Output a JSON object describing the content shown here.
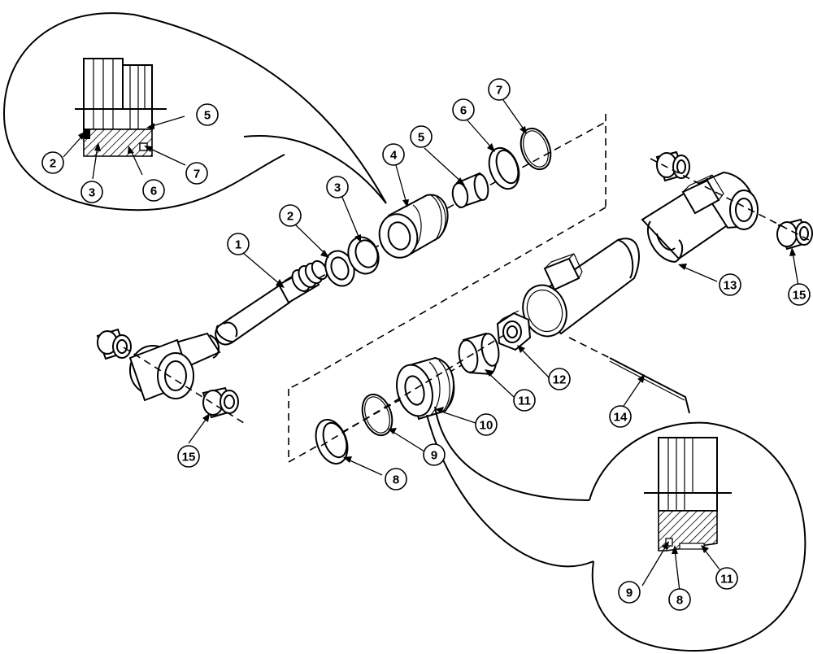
{
  "diagram": {
    "type": "exploded-parts",
    "callouts": [
      {
        "id": "c1",
        "label": "1"
      },
      {
        "id": "c2",
        "label": "2"
      },
      {
        "id": "c3",
        "label": "3"
      },
      {
        "id": "c4",
        "label": "4"
      },
      {
        "id": "c5",
        "label": "5"
      },
      {
        "id": "c6",
        "label": "6"
      },
      {
        "id": "c7",
        "label": "7"
      },
      {
        "id": "c8",
        "label": "8"
      },
      {
        "id": "c9",
        "label": "9"
      },
      {
        "id": "c10",
        "label": "10"
      },
      {
        "id": "c11",
        "label": "11"
      },
      {
        "id": "c12",
        "label": "12"
      },
      {
        "id": "c13",
        "label": "13"
      },
      {
        "id": "c14",
        "label": "14"
      },
      {
        "id": "c15a",
        "label": "15"
      },
      {
        "id": "c15b",
        "label": "15"
      },
      {
        "id": "d1_2",
        "label": "2"
      },
      {
        "id": "d1_3",
        "label": "3"
      },
      {
        "id": "d1_5",
        "label": "5"
      },
      {
        "id": "d1_6",
        "label": "6"
      },
      {
        "id": "d1_7",
        "label": "7"
      },
      {
        "id": "d2_9",
        "label": "9"
      },
      {
        "id": "d2_8",
        "label": "8"
      },
      {
        "id": "d2_11",
        "label": "11"
      }
    ]
  }
}
